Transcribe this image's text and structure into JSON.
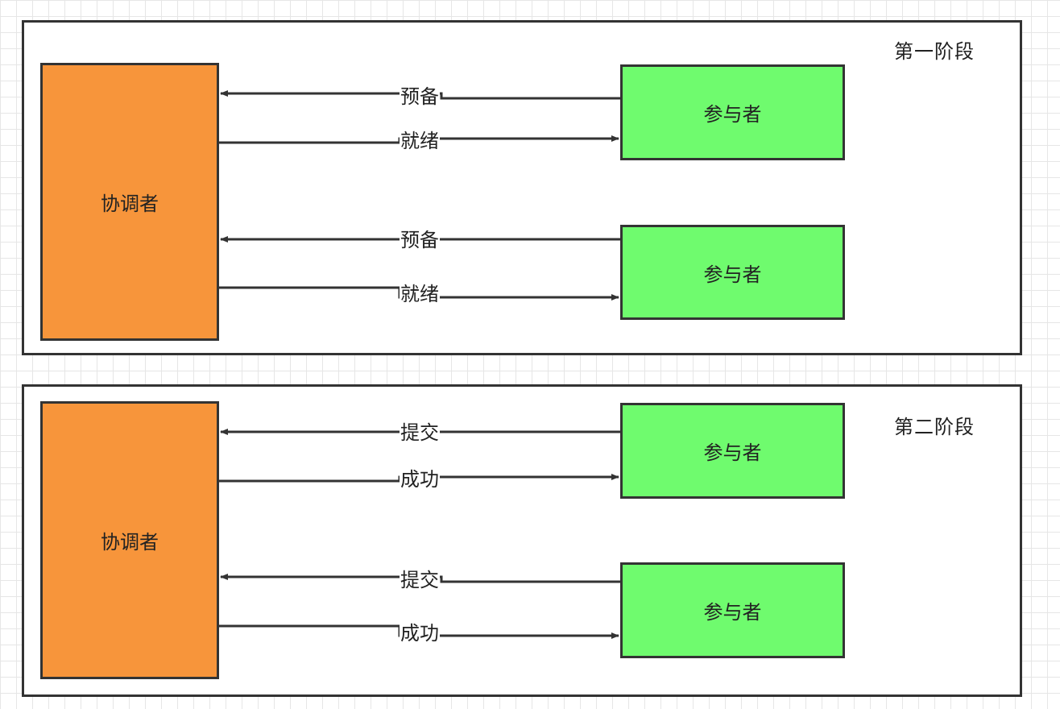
{
  "colors": {
    "coordinator_fill": "#f7953b",
    "participant_fill": "#6ffb6e",
    "stroke": "#333333"
  },
  "phases": [
    {
      "title": "第一阶段",
      "coordinator": "协调者",
      "participants": [
        {
          "label": "参与者",
          "to_coordinator": "预备",
          "to_participant": "就绪"
        },
        {
          "label": "参与者",
          "to_coordinator": "预备",
          "to_participant": "就绪"
        }
      ]
    },
    {
      "title": "第二阶段",
      "coordinator": "协调者",
      "participants": [
        {
          "label": "参与者",
          "to_coordinator": "提交",
          "to_participant": "成功"
        },
        {
          "label": "参与者",
          "to_coordinator": "提交",
          "to_participant": "成功"
        }
      ]
    }
  ]
}
